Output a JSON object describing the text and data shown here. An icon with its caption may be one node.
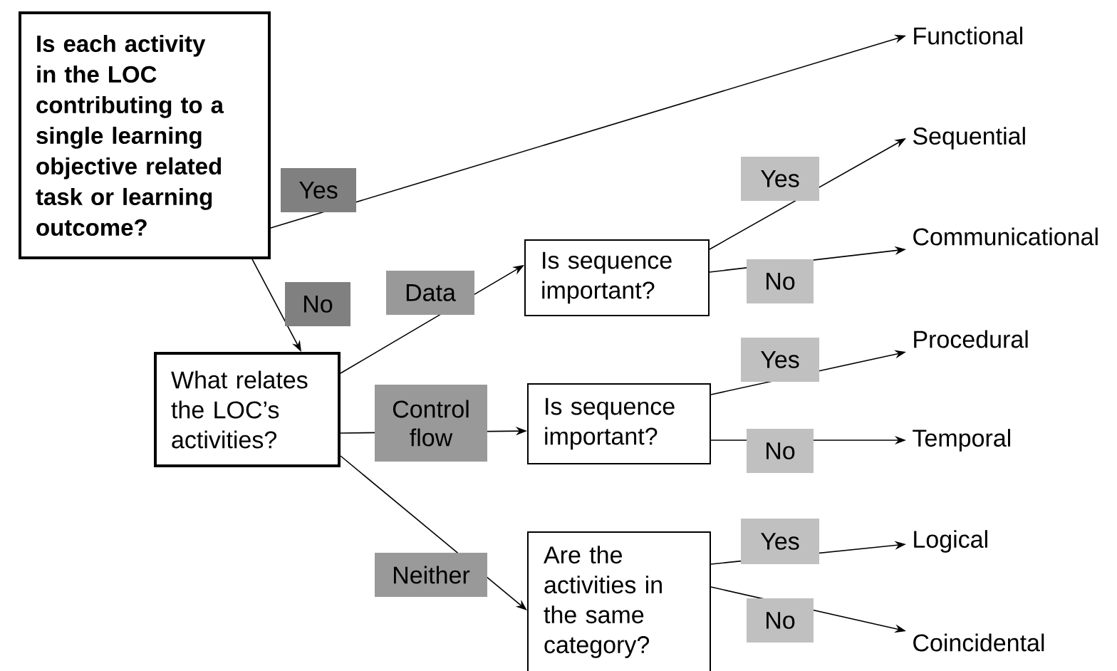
{
  "diagram": {
    "nodes": [
      {
        "text": [
          "Is each activity in the LOC contributing to a single learning objective related task or learning outcome?"
        ]
      },
      {
        "text": [
          "What relates the LOC’s activities?"
        ]
      },
      {
        "text": [
          "Is sequence important?"
        ]
      },
      {
        "text": [
          "Is sequence important?"
        ]
      },
      {
        "text": [
          "Are the activities in the same category?"
        ]
      },
      {
        "text": [
          "Functional"
        ]
      },
      {
        "text": [
          "Sequential"
        ]
      },
      {
        "text": [
          "Communicational"
        ]
      },
      {
        "text": [
          "Procedural"
        ]
      },
      {
        "text": [
          "Temporal"
        ]
      },
      {
        "text": [
          "Logical"
        ]
      },
      {
        "text": [
          "Coincidental"
        ]
      }
    ],
    "edges": [
      {
        "from": 0,
        "to": 5,
        "arrow": "to",
        "label": "Yes"
      },
      {
        "from": 0,
        "to": 1,
        "arrow": "to",
        "label": "No"
      },
      {
        "from": 1,
        "to": 2,
        "arrow": "to",
        "label": "Data"
      },
      {
        "from": 1,
        "to": 3,
        "arrow": "to",
        "label": "Control flow"
      },
      {
        "from": 1,
        "to": 4,
        "arrow": "to",
        "label": "Neither"
      },
      {
        "from": 2,
        "to": 6,
        "arrow": "to",
        "label": "Yes"
      },
      {
        "from": 2,
        "to": 7,
        "arrow": "to",
        "label": "No"
      },
      {
        "from": 3,
        "to": 8,
        "arrow": "to",
        "label": "Yes"
      },
      {
        "from": 3,
        "to": 9,
        "arrow": "to",
        "label": "No"
      },
      {
        "from": 4,
        "to": 10,
        "arrow": "to",
        "label": "Yes"
      },
      {
        "from": 4,
        "to": 11,
        "arrow": "to",
        "label": "No"
      }
    ]
  }
}
